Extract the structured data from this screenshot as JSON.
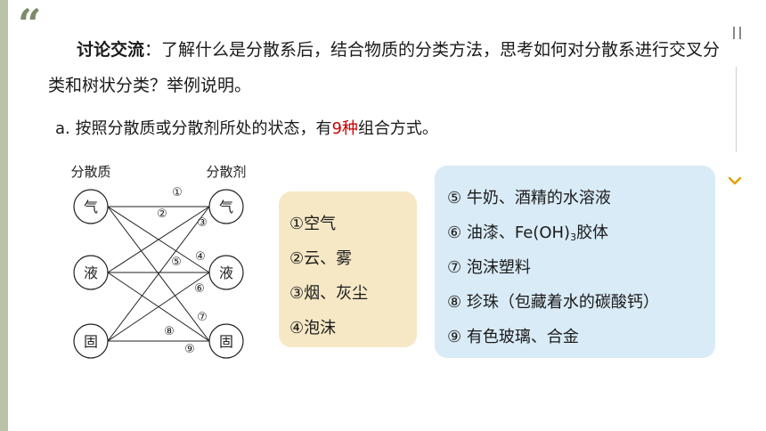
{
  "slide": {
    "quote_glyph": "“",
    "intro": {
      "label": "讨论交流",
      "text": "：了解什么是分散系后，结合物质的分类方法，思考如何对分散系进行交叉分类和树状分类？举例说明。"
    },
    "point_a": {
      "prefix": "a. 按照分散质或分散剂所处的状态，有",
      "highlight": "9种",
      "suffix": "组合方式。"
    }
  },
  "diagram": {
    "left_header": "分散质",
    "right_header": "分散剂",
    "left_nodes": [
      "气",
      "液",
      "固"
    ],
    "right_nodes": [
      "气",
      "液",
      "固"
    ],
    "links": [
      {
        "label": "①",
        "from": 0,
        "to": 0
      },
      {
        "label": "②",
        "from": 1,
        "to": 0
      },
      {
        "label": "③",
        "from": 2,
        "to": 0
      },
      {
        "label": "④",
        "from": 0,
        "to": 1
      },
      {
        "label": "⑤",
        "from": 1,
        "to": 1
      },
      {
        "label": "⑥",
        "from": 2,
        "to": 1
      },
      {
        "label": "⑦",
        "from": 0,
        "to": 2
      },
      {
        "label": "⑧",
        "from": 1,
        "to": 2
      },
      {
        "label": "⑨",
        "from": 2,
        "to": 2
      }
    ]
  },
  "examples_left": [
    "①空气",
    "②云、雾",
    "③烟、灰尘",
    "④泡沫"
  ],
  "examples_right": {
    "item5": "⑤ 牛奶、酒精的水溶液",
    "item6_prefix": "⑥ 油漆、Fe(OH)",
    "item6_sub": "3",
    "item6_suffix": "胶体",
    "item7": "⑦ 泡沫塑料",
    "item8": "⑧ 珍珠（包藏着水的碳酸钙）",
    "item9": "⑨ 有色玻璃、合金"
  },
  "colors": {
    "accent_bar": "#b9c3a8",
    "highlight_red": "#cc0000",
    "box_left_bg": "#f6e8c5",
    "box_right_bg": "#d9ebf7",
    "chevron": "#e0a000"
  },
  "icons": {
    "top_right": "pause-icon",
    "right_side": "chevron-down-icon"
  }
}
